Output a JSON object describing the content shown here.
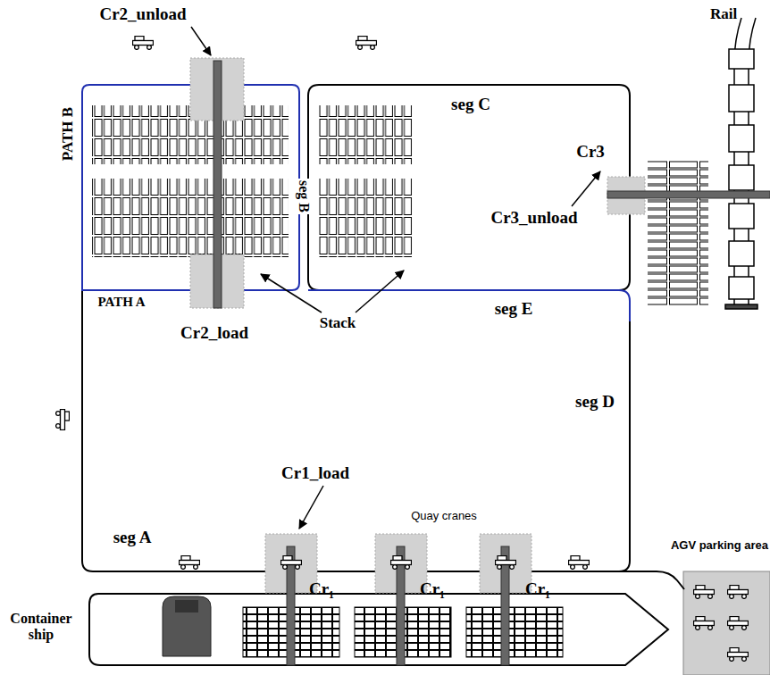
{
  "diagram": {
    "nodes": [
      {
        "text": [
          "AGV parking area"
        ]
      }
    ],
    "labels": [
      "Cr2_unload",
      "Rail",
      "PATH B",
      "seg C",
      "Cr3",
      "seg B",
      "Cr3_unload",
      "PATH A",
      "Stack",
      "Cr2_load",
      "seg E",
      "seg D",
      "Cr1_load",
      "Quay cranes",
      "seg A",
      "Cr₁",
      "Cr₁",
      "Cr₁",
      "Container ship"
    ]
  }
}
